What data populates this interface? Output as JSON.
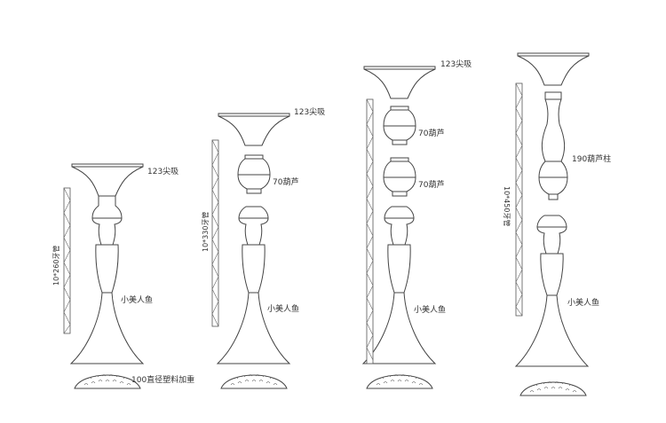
{
  "labels": {
    "cup": "123尖吸",
    "gourd": "70葫芦",
    "column190": "190葫芦柱",
    "mermaid": "小美人鱼",
    "base": "100直径塑料加重",
    "tube260": "10*260牙管",
    "tube330": "10*330牙管",
    "tube450": "10*450牙管"
  }
}
